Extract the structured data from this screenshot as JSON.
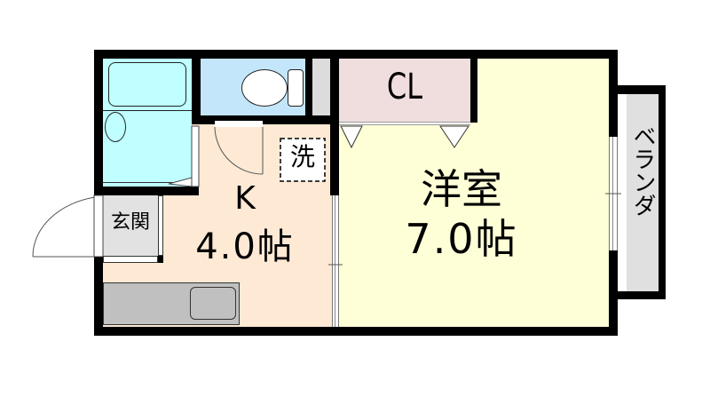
{
  "floor_plan": {
    "colors": {
      "wall": "#000000",
      "bath": "#bfffff",
      "toilet": "#c4e6fb",
      "kitchen": "#fde9d4",
      "western_room": "#ffffd7",
      "closet": "#f0dede",
      "entrance": "#e2e2e2",
      "balcony": "#e0e0e0",
      "counter": "#c0c0c0",
      "storage": "#dcdcdc"
    },
    "rooms": {
      "kitchen": {
        "name": "K",
        "size": "4.0帖"
      },
      "western_room": {
        "name": "洋室",
        "size": "7.0帖"
      },
      "closet": {
        "name": "CL"
      },
      "washer": {
        "name": "洗"
      },
      "entrance": {
        "name": "玄関"
      },
      "balcony": {
        "name": "ベランダ"
      }
    }
  }
}
